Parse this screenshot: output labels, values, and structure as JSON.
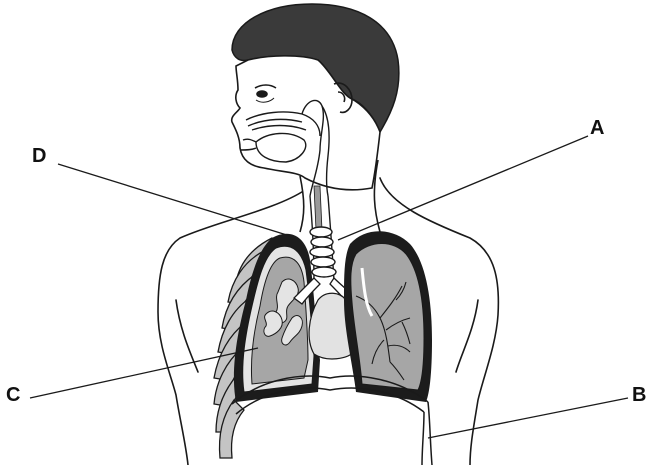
{
  "labels": {
    "a": "A",
    "b": "B",
    "c": "C",
    "d": "D"
  },
  "colors": {
    "hair": "#3a3a3a",
    "skin": "#ffffff",
    "outline": "#1a1a1a",
    "lung_fill": "#a6a6a6",
    "pleura": "#1c1c1c",
    "rib_fill": "#c4c4c4",
    "heart_fill": "#e2e2e2"
  },
  "icons": [
    "human-head",
    "trachea",
    "left-lung",
    "right-lung",
    "rib-cage",
    "diaphragm"
  ]
}
